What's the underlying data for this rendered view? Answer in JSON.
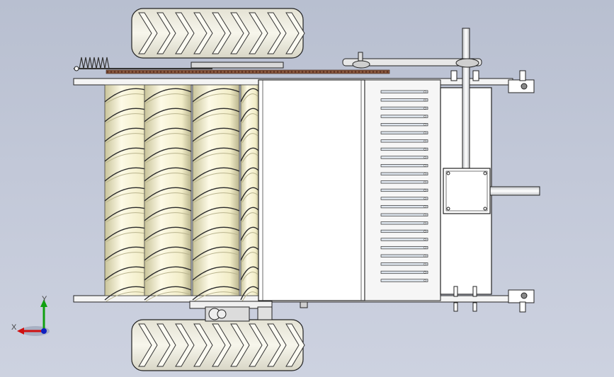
{
  "viewport": {
    "background_top": "#b8bfd0",
    "background_bottom": "#cdd2e0"
  },
  "model": {
    "part_colors": {
      "tire": "#f2f0e4",
      "tire_shade": "#a9a898",
      "auger": "#fbf8e0",
      "auger_shade": "#b9b48e",
      "frame": "#ffffff",
      "outline": "#222222",
      "chain": "#6b3b2a"
    },
    "components": [
      "top-tire",
      "bottom-tire",
      "auger-rollers",
      "chain-drive",
      "spring-tensioner",
      "center-housing",
      "comb-teeth",
      "gearbox",
      "drive-shaft",
      "side-bar-top",
      "side-bar-bottom"
    ]
  },
  "triad": {
    "x_label": "X",
    "y_label": "Y",
    "x_color": "#d01010",
    "y_color": "#10a010",
    "z_color": "#1020c0"
  }
}
